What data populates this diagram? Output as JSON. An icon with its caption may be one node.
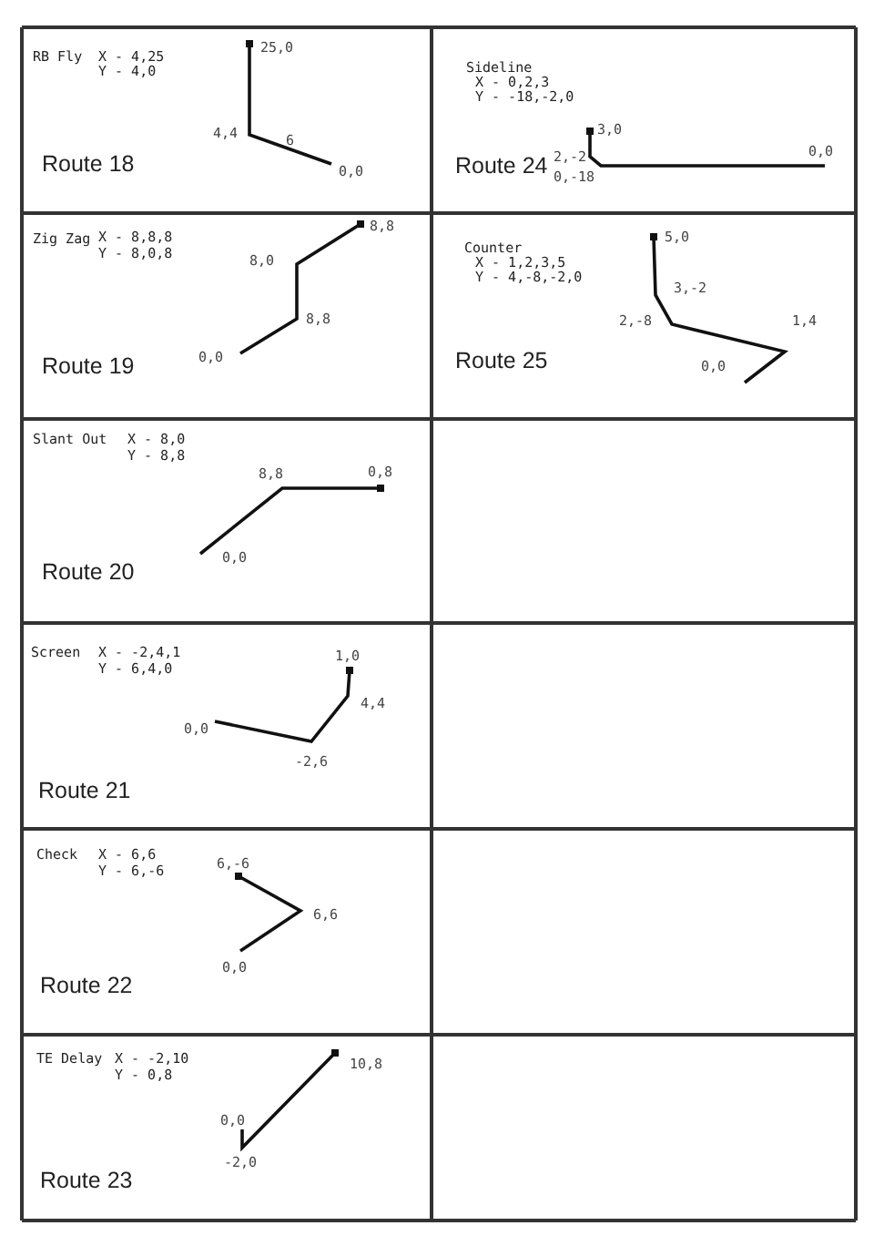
{
  "diagram": {
    "labels": [
      "RB Fly",
      "X - 4,25",
      "Y - 4,0",
      "25,0",
      "4,4",
      "6",
      "0,0",
      "Route 18",
      "Sideline",
      "X - 0,2,3",
      "Y - -18,-2,0",
      "3,0",
      "2,-2",
      "0,0",
      "0,-18",
      "Route 24",
      "Zig Zag",
      "X - 8,8,8",
      "Y - 8,0,8",
      "8,8",
      "8,0",
      "8,8",
      "0,0",
      "Route 19",
      "Counter",
      "X - 1,2,3,5",
      "Y - 4,-8,-2,0",
      "5,0",
      "3,-2",
      "2,-8",
      "1,4",
      "0,0",
      "Route 25",
      "Slant Out",
      "X - 8,0",
      "Y - 8,8",
      "8,8",
      "0,8",
      "0,0",
      "Route 20",
      "Screen",
      "X - -2,4,1",
      "Y - 6,4,0",
      "1,0",
      "4,4",
      "0,0",
      "-2,6",
      "Route 21",
      "Check",
      "X - 6,6",
      "Y - 6,-6",
      "6,-6",
      "6,6",
      "0,0",
      "Route 22",
      "TE Delay",
      "X - -2,10",
      "Y - 0,8",
      "10,8",
      "0,0",
      "-2,0",
      "Route 23"
    ]
  }
}
